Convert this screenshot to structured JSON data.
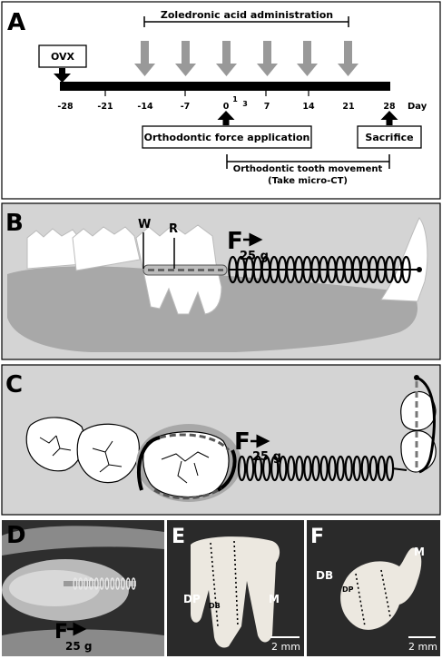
{
  "panel_a": {
    "letter": "A",
    "ovx_label": "OVX",
    "zoledronic_label": "Zoledronic acid administration",
    "day_label": "Day",
    "ticks": [
      "-28",
      "-21",
      "-14",
      "-7",
      "0",
      "1",
      "3",
      "7",
      "14",
      "21",
      "28"
    ],
    "force_label": "Orthodontic force application",
    "sacrifice_label": "Sacrifice",
    "movement_label": "Orthodontic tooth movement",
    "ct_label": "(Take micro-CT)"
  },
  "panel_b": {
    "letter": "B",
    "w_label": "W",
    "r_label": "R",
    "f_label": "F",
    "force_value": "25 g"
  },
  "panel_c": {
    "letter": "C",
    "f_label": "F",
    "force_value": "25 g"
  },
  "panel_d": {
    "letter": "D",
    "f_label": "F",
    "force_value": "25 g"
  },
  "panel_e": {
    "letter": "E",
    "dp_label": "DP",
    "db_label": "DB",
    "m_label": "M",
    "scale_label": "2 mm"
  },
  "panel_f": {
    "letter": "F",
    "db_label": "DB",
    "dp_label": "DP",
    "m_label": "M",
    "scale_label": "2 mm"
  },
  "colors": {
    "panel_bg": "#d4d4d4",
    "arrow_gray": "#999999",
    "bone_gray": "#a8a8a8",
    "photo_bg": "#2a2a2a"
  }
}
